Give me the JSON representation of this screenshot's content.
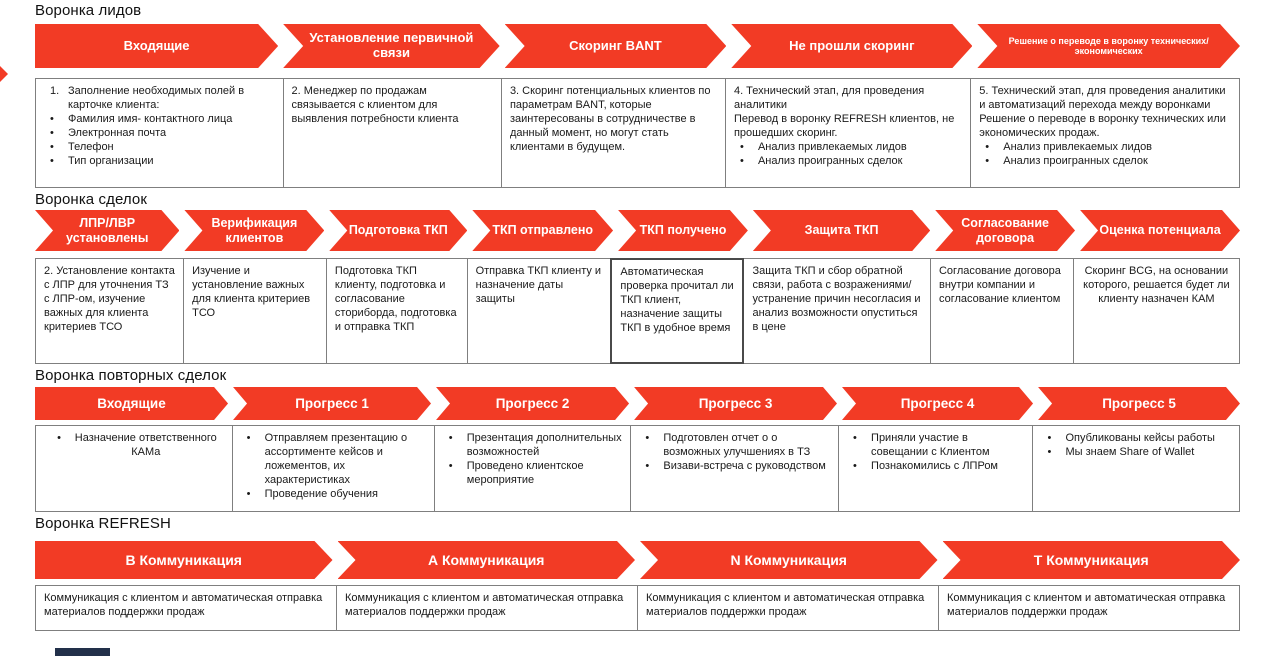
{
  "colors": {
    "accent_red": "#F23B25",
    "box_border": "#7F7F7F",
    "strong_box_border": "#4A4A4A",
    "stage_text": "#FFFFFF",
    "body_text": "#1A1A1A"
  },
  "funnels": [
    {
      "title": "Воронка лидов",
      "stages": [
        {
          "label": "Входящие"
        },
        {
          "label": "Установление первичной связи"
        },
        {
          "label": "Скоринг BANT"
        },
        {
          "label": "Не прошли скоринг"
        },
        {
          "label": "Решение о переводе в воронку технических/экономических",
          "small": true
        }
      ],
      "boxes": [
        {
          "lines": [
            {
              "m": "1.",
              "t": "Заполнение необходимых полей в карточке клиента:"
            },
            {
              "m": "•",
              "t": "Фамилия имя- контактного лица"
            },
            {
              "m": "•",
              "t": "Электронная почта"
            },
            {
              "m": "•",
              "t": "Телефон"
            },
            {
              "m": "•",
              "t": "Тип организации"
            }
          ]
        },
        {
          "lines": [
            {
              "m": "",
              "t": "2. Менеджер по продажам связывается с клиентом для выявления потребности клиента"
            }
          ]
        },
        {
          "lines": [
            {
              "m": "",
              "t": "3. Скоринг потенциальных клиентов по параметрам BANT, которые заинтересованы в сотрудничестве в данный момент, но могут стать клиентами в будущем."
            }
          ]
        },
        {
          "lines": [
            {
              "m": "",
              "t": "4. Технический этап, для проведения аналитики"
            },
            {
              "m": "",
              "t": "Перевод в воронку REFRESH клиентов, не прошедших скоринг."
            },
            {
              "m": "•",
              "t": "Анализ привлекаемых лидов"
            },
            {
              "m": "•",
              "t": "Анализ проигранных сделок"
            }
          ]
        },
        {
          "lines": [
            {
              "m": "",
              "t": "5. Технический этап, для проведения аналитики и автоматизаций перехода между воронками"
            },
            {
              "m": "",
              "t": "Решение о переводе в воронку технических или экономических продаж."
            },
            {
              "m": "•",
              "t": "Анализ привлекаемых лидов"
            },
            {
              "m": "•",
              "t": "Анализ проигранных сделок"
            }
          ]
        }
      ]
    },
    {
      "title": "Воронка сделок",
      "stages": [
        {
          "label": "ЛПР/ЛВР установлены"
        },
        {
          "label": "Верификация клиентов"
        },
        {
          "label": "Подготовка ТКП"
        },
        {
          "label": "ТКП отправлено"
        },
        {
          "label": "ТКП получено"
        },
        {
          "label": "Защита ТКП"
        },
        {
          "label": "Согласование договора"
        },
        {
          "label": "Оценка потенциала"
        }
      ],
      "boxes": [
        {
          "lines": [
            {
              "m": "",
              "t": "2. Установление контакта с ЛПР для уточнения ТЗ с ЛПР-ом, изучение важных для клиента критериев ТСО"
            }
          ]
        },
        {
          "lines": [
            {
              "m": "",
              "t": "Изучение и установление важных для клиента критериев ТСО"
            }
          ]
        },
        {
          "lines": [
            {
              "m": "",
              "t": "Подготовка ТКП клиенту, подготовка и согласование сториборда, подготовка и отправка ТКП"
            }
          ]
        },
        {
          "lines": [
            {
              "m": "",
              "t": "Отправка ТКП клиенту и назначение даты защиты"
            }
          ]
        },
        {
          "strong": true,
          "lines": [
            {
              "m": "",
              "t": "Автоматическая проверка прочитал ли ТКП клиент, назначение защиты ТКП в удобное время"
            }
          ]
        },
        {
          "lines": [
            {
              "m": "",
              "t": "Защита ТКП и сбор обратной связи, работа с возражениями/устранение причин несогласия  и анализ возможности опуститься в цене"
            }
          ]
        },
        {
          "lines": [
            {
              "m": "",
              "t": "Согласование договора внутри компании и согласование клиентом"
            }
          ]
        },
        {
          "align": "center",
          "lines": [
            {
              "m": "",
              "t": "Скоринг BCG, на основании которого, решается будет ли клиенту назначен КАМ"
            }
          ]
        }
      ]
    },
    {
      "title": "Воронка повторных сделок",
      "stages": [
        {
          "label": "Входящие"
        },
        {
          "label": "Прогресс 1"
        },
        {
          "label": "Прогресс 2"
        },
        {
          "label": "Прогресс 3"
        },
        {
          "label": "Прогресс 4"
        },
        {
          "label": "Прогресс  5"
        }
      ],
      "boxes": [
        {
          "align": "center",
          "lines": [
            {
              "m": "•",
              "t": "Назначение ответственного КАМа"
            }
          ]
        },
        {
          "lines": [
            {
              "m": "•",
              "t": "Отправляем презентацию о ассортименте кейсов и ложементов, их характеристиках"
            },
            {
              "m": "•",
              "t": "Проведение обучения"
            }
          ]
        },
        {
          "lines": [
            {
              "m": "•",
              "t": "Презентация дополнительных возможностей"
            },
            {
              "m": "•",
              "t": "Проведено клиентское мероприятие"
            }
          ]
        },
        {
          "lines": [
            {
              "m": "•",
              "t": "Подготовлен отчет о о возможных улучшениях в ТЗ"
            },
            {
              "m": "•",
              "t": "Визави-встреча с руководством"
            }
          ]
        },
        {
          "lines": [
            {
              "m": "•",
              "t": "Приняли участие в совещании с Клиентом"
            },
            {
              "m": "•",
              "t": "Познакомились с ЛПРом"
            }
          ]
        },
        {
          "lines": [
            {
              "m": "•",
              "t": "Опубликованы кейсы работы"
            },
            {
              "m": "•",
              "t": "Мы знаем Share of Wallet"
            }
          ]
        }
      ]
    },
    {
      "title": "Воронка REFRESH",
      "stages": [
        {
          "label": "В Коммуникация"
        },
        {
          "label": "А Коммуникация"
        },
        {
          "label": "N Коммуникация"
        },
        {
          "label": "Т Коммуникация"
        }
      ],
      "boxes": [
        {
          "lines": [
            {
              "m": "",
              "t": "Коммуникация с клиентом и автоматическая отправка материалов поддержки продаж"
            }
          ]
        },
        {
          "lines": [
            {
              "m": "",
              "t": "Коммуникация с клиентом и автоматическая отправка материалов поддержки продаж"
            }
          ]
        },
        {
          "lines": [
            {
              "m": "",
              "t": "Коммуникация с клиентом и автоматическая отправка материалов поддержки продаж"
            }
          ]
        },
        {
          "lines": [
            {
              "m": "",
              "t": "Коммуникация с клиентом и автоматическая отправка материалов поддержки продаж"
            }
          ]
        }
      ]
    }
  ]
}
